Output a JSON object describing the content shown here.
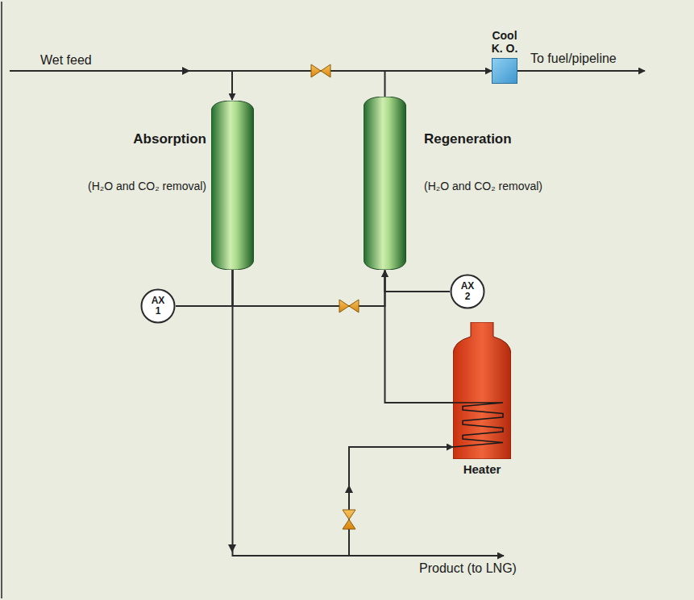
{
  "diagram": {
    "nodes": [
      {
        "text": [
          "Cool K. O."
        ]
      },
      {
        "text": [
          "Absorption",
          "(H₂O and CO₂ removal)"
        ]
      },
      {
        "text": [
          "Regeneration",
          "(H₂O and CO₂ removal)"
        ]
      },
      {
        "text": [
          "AX 1"
        ]
      },
      {
        "text": [
          "AX 2"
        ]
      },
      {
        "text": [
          "Heater"
        ]
      }
    ],
    "edges": [
      {
        "from": 1,
        "to": 3,
        "arrow": "none"
      },
      {
        "from": 1,
        "to": 2,
        "arrow": "to"
      },
      {
        "from": 2,
        "to": 4,
        "arrow": "none"
      },
      {
        "from": 5,
        "to": 2,
        "arrow": "to"
      },
      {
        "from": 1,
        "to": 5,
        "arrow": "to"
      },
      {
        "from": 2,
        "to": 0,
        "arrow": "to"
      }
    ],
    "labels": [
      "Wet feed",
      "To fuel/pipeline",
      "Product (to LNG)"
    ]
  }
}
